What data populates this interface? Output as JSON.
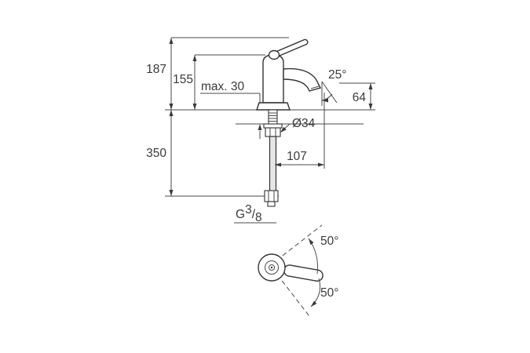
{
  "colors": {
    "ink": "#3a3a3a",
    "background": "#ffffff",
    "hose_fill": "#e6e6e6"
  },
  "front_view": {
    "dim_overall_height": "187",
    "dim_body_height": "155",
    "dim_deck_thickness": "max. 30",
    "angle_spout": "25°",
    "dim_outlet_height": "64",
    "dia_hole": "Ø34",
    "dim_hose_length": "350",
    "dim_spout_reach": "107",
    "thread": {
      "prefix": "G",
      "numerator": "3",
      "slash": "/",
      "denominator": "8"
    }
  },
  "top_view": {
    "angle_swing_up": "50°",
    "angle_swing_down": "50°"
  }
}
